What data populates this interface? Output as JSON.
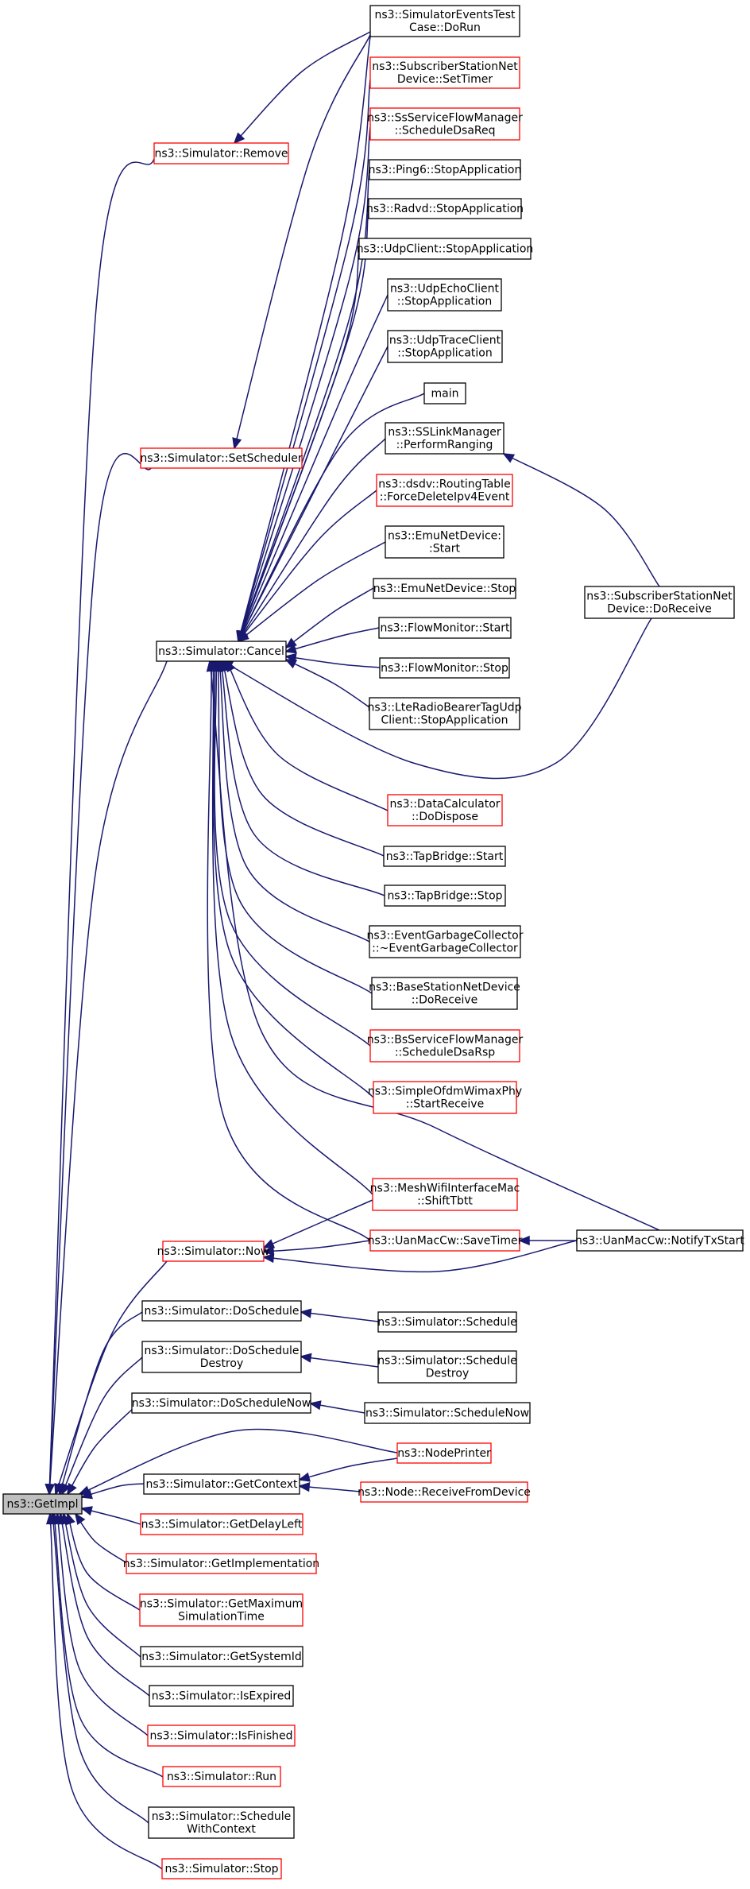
{
  "nodes": [
    {
      "id": "getimpl",
      "lines": [
        "ns3::GetImpl"
      ],
      "style": "root"
    },
    {
      "id": "sim_remove",
      "lines": [
        "ns3::Simulator::Remove"
      ],
      "style": "red"
    },
    {
      "id": "sim_setscheduler",
      "lines": [
        "ns3::Simulator::SetScheduler"
      ],
      "style": "red"
    },
    {
      "id": "sim_cancel",
      "lines": [
        "ns3::Simulator::Cancel"
      ],
      "style": "black"
    },
    {
      "id": "sim_now",
      "lines": [
        "ns3::Simulator::Now"
      ],
      "style": "red"
    },
    {
      "id": "sim_doschedule",
      "lines": [
        "ns3::Simulator::DoSchedule"
      ],
      "style": "black"
    },
    {
      "id": "sim_doscheduledestroy",
      "lines": [
        "ns3::Simulator::DoSchedule",
        "Destroy"
      ],
      "style": "black"
    },
    {
      "id": "sim_doschedulenow",
      "lines": [
        "ns3::Simulator::DoScheduleNow"
      ],
      "style": "black"
    },
    {
      "id": "sim_getcontext",
      "lines": [
        "ns3::Simulator::GetContext"
      ],
      "style": "black"
    },
    {
      "id": "sim_getdelayleft",
      "lines": [
        "ns3::Simulator::GetDelayLeft"
      ],
      "style": "red"
    },
    {
      "id": "sim_getimplementation",
      "lines": [
        "ns3::Simulator::GetImplementation"
      ],
      "style": "red"
    },
    {
      "id": "sim_getmaximum",
      "lines": [
        "ns3::Simulator::GetMaximum",
        "SimulationTime"
      ],
      "style": "red"
    },
    {
      "id": "sim_getsystemid",
      "lines": [
        "ns3::Simulator::GetSystemId"
      ],
      "style": "black"
    },
    {
      "id": "sim_isexpired",
      "lines": [
        "ns3::Simulator::IsExpired"
      ],
      "style": "black"
    },
    {
      "id": "sim_isfinished",
      "lines": [
        "ns3::Simulator::IsFinished"
      ],
      "style": "red"
    },
    {
      "id": "sim_run",
      "lines": [
        "ns3::Simulator::Run"
      ],
      "style": "red"
    },
    {
      "id": "sim_schedulewithcontext",
      "lines": [
        "ns3::Simulator::Schedule",
        "WithContext"
      ],
      "style": "black"
    },
    {
      "id": "sim_stop",
      "lines": [
        "ns3::Simulator::Stop"
      ],
      "style": "red"
    },
    {
      "id": "eventstest",
      "lines": [
        "ns3::SimulatorEventsTest",
        "Case::DoRun"
      ],
      "style": "black"
    },
    {
      "id": "ssnd_settimer",
      "lines": [
        "ns3::SubscriberStationNet",
        "Device::SetTimer"
      ],
      "style": "red"
    },
    {
      "id": "ssflow_dsareq",
      "lines": [
        "ns3::SsServiceFlowManager",
        "::ScheduleDsaReq"
      ],
      "style": "red"
    },
    {
      "id": "ping6_stop",
      "lines": [
        "ns3::Ping6::StopApplication"
      ],
      "style": "black"
    },
    {
      "id": "radvd_stop",
      "lines": [
        "ns3::Radvd::StopApplication"
      ],
      "style": "black"
    },
    {
      "id": "udpclient_stop",
      "lines": [
        "ns3::UdpClient::StopApplication"
      ],
      "style": "black"
    },
    {
      "id": "udpecho_stop",
      "lines": [
        "ns3::UdpEchoClient",
        "::StopApplication"
      ],
      "style": "black"
    },
    {
      "id": "udptrace_stop",
      "lines": [
        "ns3::UdpTraceClient",
        "::StopApplication"
      ],
      "style": "black"
    },
    {
      "id": "main",
      "lines": [
        "main"
      ],
      "style": "black"
    },
    {
      "id": "sslink_ranging",
      "lines": [
        "ns3::SSLinkManager",
        "::PerformRanging"
      ],
      "style": "black"
    },
    {
      "id": "dsdv_force",
      "lines": [
        "ns3::dsdv::RoutingTable",
        "::ForceDeleteIpv4Event"
      ],
      "style": "red"
    },
    {
      "id": "emu_start",
      "lines": [
        "ns3::EmuNetDevice:",
        ":Start"
      ],
      "style": "black"
    },
    {
      "id": "emu_stop",
      "lines": [
        "ns3::EmuNetDevice::Stop"
      ],
      "style": "black"
    },
    {
      "id": "flow_start",
      "lines": [
        "ns3::FlowMonitor::Start"
      ],
      "style": "black"
    },
    {
      "id": "flow_stop",
      "lines": [
        "ns3::FlowMonitor::Stop"
      ],
      "style": "black"
    },
    {
      "id": "lte_stop",
      "lines": [
        "ns3::LteRadioBearerTagUdp",
        "Client::StopApplication"
      ],
      "style": "black"
    },
    {
      "id": "datacalc",
      "lines": [
        "ns3::DataCalculator",
        "::DoDispose"
      ],
      "style": "red"
    },
    {
      "id": "tap_start",
      "lines": [
        "ns3::TapBridge::Start"
      ],
      "style": "black"
    },
    {
      "id": "tap_stop",
      "lines": [
        "ns3::TapBridge::Stop"
      ],
      "style": "black"
    },
    {
      "id": "egc",
      "lines": [
        "ns3::EventGarbageCollector",
        "::~EventGarbageCollector"
      ],
      "style": "black"
    },
    {
      "id": "bsnd_receive",
      "lines": [
        "ns3::BaseStationNetDevice",
        "::DoReceive"
      ],
      "style": "black"
    },
    {
      "id": "bsflow_dsarsp",
      "lines": [
        "ns3::BsServiceFlowManager",
        "::ScheduleDsaRsp"
      ],
      "style": "red"
    },
    {
      "id": "ofdm_receive",
      "lines": [
        "ns3::SimpleOfdmWimaxPhy",
        "::StartReceive"
      ],
      "style": "red"
    },
    {
      "id": "mesh_shift",
      "lines": [
        "ns3::MeshWifiInterfaceMac",
        "::ShiftTbtt"
      ],
      "style": "red"
    },
    {
      "id": "uan_savetimer",
      "lines": [
        "ns3::UanMacCw::SaveTimer"
      ],
      "style": "red"
    },
    {
      "id": "sim_schedule",
      "lines": [
        "ns3::Simulator::Schedule"
      ],
      "style": "black"
    },
    {
      "id": "sim_scheduledestroy",
      "lines": [
        "ns3::Simulator::Schedule",
        "Destroy"
      ],
      "style": "black"
    },
    {
      "id": "sim_schedulenow",
      "lines": [
        "ns3::Simulator::ScheduleNow"
      ],
      "style": "black"
    },
    {
      "id": "nodeprinter",
      "lines": [
        "ns3::NodePrinter"
      ],
      "style": "red"
    },
    {
      "id": "node_receive",
      "lines": [
        "ns3::Node::ReceiveFromDevice"
      ],
      "style": "red"
    },
    {
      "id": "ssnd_doreceive",
      "lines": [
        "ns3::SubscriberStationNet",
        "Device::DoReceive"
      ],
      "style": "black"
    },
    {
      "id": "uan_notify",
      "lines": [
        "ns3::UanMacCw::NotifyTxStart"
      ],
      "style": "black"
    }
  ],
  "edges": [
    [
      "sim_remove",
      "getimpl"
    ],
    [
      "sim_setscheduler",
      "getimpl"
    ],
    [
      "sim_cancel",
      "getimpl"
    ],
    [
      "sim_now",
      "getimpl"
    ],
    [
      "sim_doschedule",
      "getimpl"
    ],
    [
      "sim_doscheduledestroy",
      "getimpl"
    ],
    [
      "sim_doschedulenow",
      "getimpl"
    ],
    [
      "nodeprinter",
      "getimpl"
    ],
    [
      "sim_getcontext",
      "getimpl"
    ],
    [
      "sim_getdelayleft",
      "getimpl"
    ],
    [
      "sim_getimplementation",
      "getimpl"
    ],
    [
      "sim_getmaximum",
      "getimpl"
    ],
    [
      "sim_getsystemid",
      "getimpl"
    ],
    [
      "sim_isexpired",
      "getimpl"
    ],
    [
      "sim_isfinished",
      "getimpl"
    ],
    [
      "sim_run",
      "getimpl"
    ],
    [
      "sim_schedulewithcontext",
      "getimpl"
    ],
    [
      "sim_stop",
      "getimpl"
    ],
    [
      "eventstest",
      "sim_remove"
    ],
    [
      "eventstest",
      "sim_setscheduler"
    ],
    [
      "eventstest",
      "sim_cancel"
    ],
    [
      "ssnd_settimer",
      "sim_cancel"
    ],
    [
      "ssflow_dsareq",
      "sim_cancel"
    ],
    [
      "ping6_stop",
      "sim_cancel"
    ],
    [
      "radvd_stop",
      "sim_cancel"
    ],
    [
      "udpclient_stop",
      "sim_cancel"
    ],
    [
      "udpecho_stop",
      "sim_cancel"
    ],
    [
      "udptrace_stop",
      "sim_cancel"
    ],
    [
      "main",
      "sim_cancel"
    ],
    [
      "sslink_ranging",
      "sim_cancel"
    ],
    [
      "dsdv_force",
      "sim_cancel"
    ],
    [
      "emu_start",
      "sim_cancel"
    ],
    [
      "emu_stop",
      "sim_cancel"
    ],
    [
      "flow_start",
      "sim_cancel"
    ],
    [
      "flow_stop",
      "sim_cancel"
    ],
    [
      "lte_stop",
      "sim_cancel"
    ],
    [
      "ssnd_doreceive",
      "sim_cancel"
    ],
    [
      "datacalc",
      "sim_cancel"
    ],
    [
      "tap_start",
      "sim_cancel"
    ],
    [
      "tap_stop",
      "sim_cancel"
    ],
    [
      "egc",
      "sim_cancel"
    ],
    [
      "bsnd_receive",
      "sim_cancel"
    ],
    [
      "bsflow_dsarsp",
      "sim_cancel"
    ],
    [
      "ofdm_receive",
      "sim_cancel"
    ],
    [
      "mesh_shift",
      "sim_cancel"
    ],
    [
      "uan_savetimer",
      "sim_cancel"
    ],
    [
      "uan_notify",
      "sim_cancel"
    ],
    [
      "ssnd_doreceive",
      "sslink_ranging"
    ],
    [
      "mesh_shift",
      "sim_now"
    ],
    [
      "uan_savetimer",
      "sim_now"
    ],
    [
      "uan_notify",
      "sim_now"
    ],
    [
      "uan_notify",
      "uan_savetimer"
    ],
    [
      "sim_schedule",
      "sim_doschedule"
    ],
    [
      "sim_scheduledestroy",
      "sim_doscheduledestroy"
    ],
    [
      "sim_schedulenow",
      "sim_doschedulenow"
    ],
    [
      "nodeprinter",
      "sim_getcontext"
    ],
    [
      "node_receive",
      "sim_getcontext"
    ]
  ],
  "colors": {
    "edge": "#191970",
    "root_fill": "#bfbfbf",
    "box_black": "#000000",
    "box_red": "#ff0000"
  }
}
